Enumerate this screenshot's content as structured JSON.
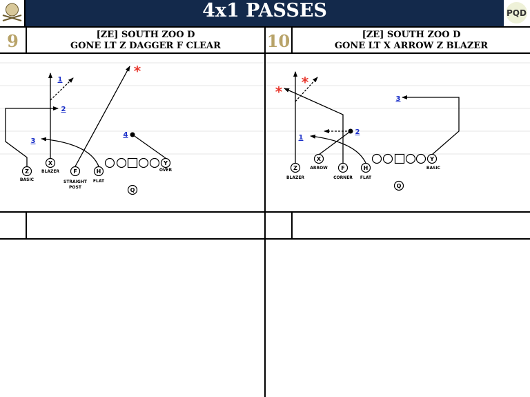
{
  "header": {
    "title": "4x1 PASSES",
    "badge": "PQD"
  },
  "plays": [
    {
      "number": "9",
      "title_line1": "[ZE] SOUTH ZOO D",
      "title_line2": "GONE LT Z DAGGER F CLEAR",
      "players": {
        "Z": "Z",
        "X": "X",
        "F": "F",
        "H": "H",
        "Y": "Y",
        "Q": "Q"
      },
      "labels": {
        "z": "BASIC",
        "x": "BLAZER",
        "f1": "STRAIGHT",
        "f2": "POST",
        "h": "FLAT",
        "y": "OVER"
      },
      "reads": [
        "1",
        "2",
        "3",
        "4"
      ],
      "star": "*"
    },
    {
      "number": "10",
      "title_line1": "[ZE] SOUTH ZOO D",
      "title_line2": "GONE LT X ARROW Z BLAZER",
      "players": {
        "Z": "Z",
        "X": "X",
        "F": "F",
        "H": "H",
        "Y": "Y",
        "Q": "Q"
      },
      "labels": {
        "z": "BLAZER",
        "x": "ARROW",
        "f": "CORNER",
        "h": "FLAT",
        "y": "BASIC"
      },
      "reads": [
        "1",
        "2",
        "3"
      ],
      "star": "*"
    }
  ],
  "colors": {
    "header_bg": "#13294b",
    "number_gold": "#b8a369",
    "read_blue": "#1a2fc8",
    "star_red": "#e8352b"
  }
}
